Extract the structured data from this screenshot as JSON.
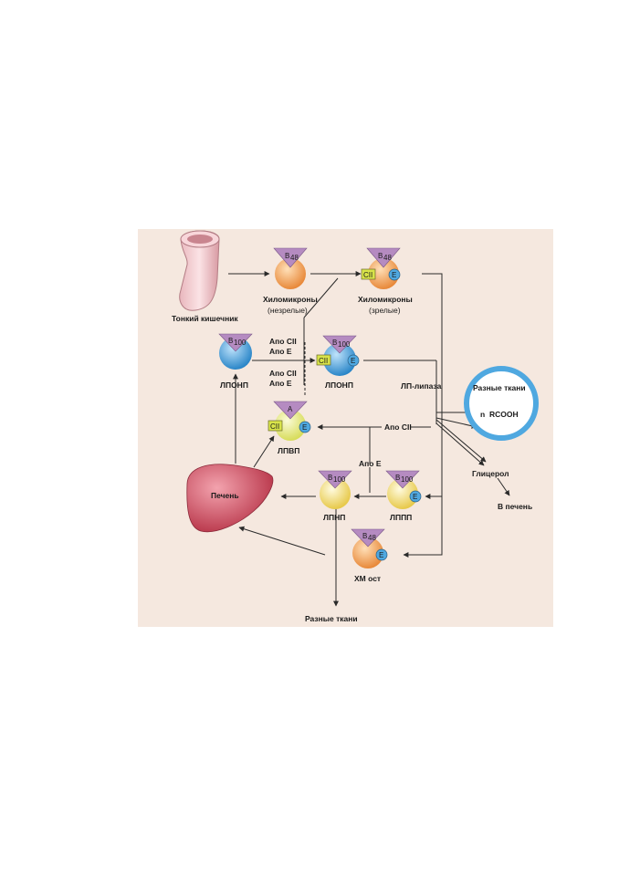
{
  "organs": {
    "intestine": "Тонкий кишечник",
    "liver": "Печень",
    "tissues_circle": "Разные ткани"
  },
  "particles": {
    "chylo_immature": "Хиломикроны",
    "chylo_immature_note": "(незрелые)",
    "chylo_mature": "Хиломикроны",
    "chylo_mature_note": "(зрелые)",
    "vldl_nascent": "ЛПОНП",
    "vldl_mature": "ЛПОНП",
    "hdl": "ЛПВП",
    "ldl": "ЛПНП",
    "idl": "ЛППП",
    "chylo_remnant": "ХМ ост"
  },
  "apoproteins": {
    "b48": "B",
    "b48_sub": "48",
    "b100": "B",
    "b100_sub": "100",
    "a": "A",
    "cii": "CII",
    "e": "E"
  },
  "transfers": {
    "upper_cii": "Апо CII",
    "upper_e": "Апо E",
    "lower_cii": "Апо CII",
    "lower_e": "Апо E",
    "from_hdl_cii": "Апо CII",
    "to_hdl_e": "Апо E"
  },
  "enzyme": "ЛП-липаза",
  "products": {
    "rcooh": "RCOOH",
    "rcooh_count": "n",
    "glycerol": "Глицерол",
    "to_liver": "В печень",
    "tissues_bottom": "Разные ткани"
  },
  "colors": {
    "panel_bg": "#f5e8df",
    "protein_purple": "#b58bc1",
    "chylo_orange": "#f0a35a",
    "vldl_blue": "#4ea4dc",
    "hdl_yellow": "#f2ee8c",
    "ldl_yellow": "#f7df7a",
    "liver_red": "#c94a5c",
    "circle_blue": "#4fa8e0"
  }
}
